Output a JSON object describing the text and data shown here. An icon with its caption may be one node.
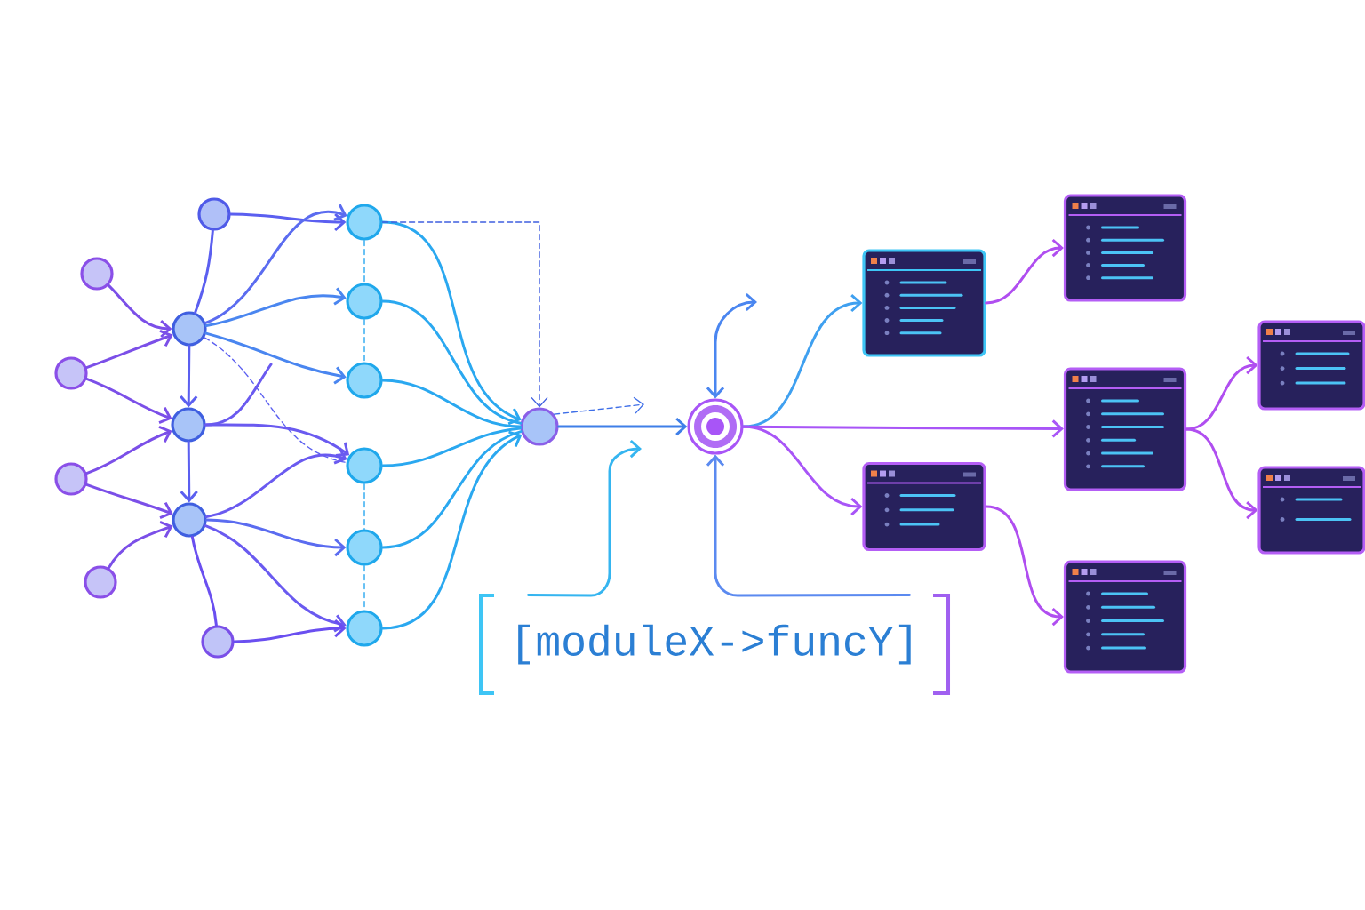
{
  "diagram": {
    "nodes": [
      {
        "text": [],
        "shape": "circle"
      },
      {
        "text": [],
        "shape": "circle"
      },
      {
        "text": [],
        "shape": "circle"
      },
      {
        "text": [],
        "shape": "circle"
      },
      {
        "text": [],
        "shape": "circle"
      },
      {
        "text": [],
        "shape": "circle"
      },
      {
        "text": [],
        "shape": "circle"
      },
      {
        "text": [],
        "shape": "circle"
      },
      {
        "text": [],
        "shape": "circle"
      },
      {
        "text": [],
        "shape": "circle"
      },
      {
        "text": [],
        "shape": "circle"
      },
      {
        "text": [],
        "shape": "circle"
      },
      {
        "text": [],
        "shape": "circle"
      },
      {
        "text": [],
        "shape": "circle"
      },
      {
        "text": [],
        "shape": "circle"
      },
      {
        "text": [],
        "shape": "circle"
      },
      {
        "text": [],
        "shape": "circle"
      },
      {
        "text": [],
        "shape": "box"
      },
      {
        "text": [],
        "shape": "box"
      },
      {
        "text": [],
        "shape": "box"
      },
      {
        "text": [],
        "shape": "box"
      },
      {
        "text": [],
        "shape": "box"
      },
      {
        "text": [],
        "shape": "box"
      },
      {
        "text": [],
        "shape": "box"
      },
      {
        "text": [
          "[moduleX->funcY]"
        ]
      }
    ],
    "edges": [
      {
        "from": 0,
        "to": 6,
        "arrow": "to",
        "color": "#7b4fe8"
      },
      {
        "from": 1,
        "to": 6,
        "arrow": "to",
        "color": "#7b4fe8"
      },
      {
        "from": 1,
        "to": 7,
        "arrow": "to",
        "color": "#7b4fe8"
      },
      {
        "from": 2,
        "to": 7,
        "arrow": "to",
        "color": "#7b4fe8"
      },
      {
        "from": 2,
        "to": 8,
        "arrow": "to",
        "color": "#7b4fe8"
      },
      {
        "from": 3,
        "to": 8,
        "arrow": "to",
        "color": "#7b4fe8"
      },
      {
        "from": 4,
        "to": 6,
        "arrow": "none",
        "color": "#5b5ff0"
      },
      {
        "from": 4,
        "to": 9,
        "arrow": "to",
        "color": "#5b5ff0"
      },
      {
        "from": 6,
        "to": 7,
        "arrow": "to",
        "color": "#5b5ff0"
      },
      {
        "from": 7,
        "to": 8,
        "arrow": "to",
        "color": "#5b5ff0"
      },
      {
        "from": 6,
        "to": 9,
        "arrow": "to",
        "color": "#5b6cf0"
      },
      {
        "from": 6,
        "to": 10,
        "arrow": "to",
        "color": "#4a86f0"
      },
      {
        "from": 6,
        "to": 11,
        "arrow": "to",
        "color": "#4a86f0"
      },
      {
        "from": 6,
        "to": 12,
        "arrow": "none",
        "style": "dashed",
        "color": "#5b5ff0"
      },
      {
        "from": 7,
        "to": null,
        "arrow": "none",
        "color": "#6a5af0"
      },
      {
        "from": 7,
        "to": 12,
        "arrow": "to",
        "color": "#6a5af0"
      },
      {
        "from": 8,
        "to": 12,
        "arrow": "to",
        "color": "#6a5af0"
      },
      {
        "from": 8,
        "to": 13,
        "arrow": "to",
        "color": "#5b6cf0"
      },
      {
        "from": 8,
        "to": 14,
        "arrow": "to",
        "color": "#6a5af0"
      },
      {
        "from": 8,
        "to": 5,
        "arrow": "none",
        "color": "#6a4ff0"
      },
      {
        "from": 5,
        "to": 14,
        "arrow": "to",
        "color": "#6a4ff0"
      },
      {
        "from": 9,
        "to": 10,
        "arrow": "none",
        "style": "dashed",
        "color": "#2aa8f0"
      },
      {
        "from": 10,
        "to": 11,
        "arrow": "none",
        "style": "dashed",
        "color": "#2aa8f0"
      },
      {
        "from": 12,
        "to": 13,
        "arrow": "none",
        "style": "dashed",
        "color": "#2aa8f0"
      },
      {
        "from": 13,
        "to": 14,
        "arrow": "none",
        "style": "dashed",
        "color": "#2aa8f0"
      },
      {
        "from": 9,
        "to": 15,
        "arrow": "to",
        "color": "#2aa8f0"
      },
      {
        "from": 10,
        "to": 15,
        "arrow": "none",
        "color": "#2aa8f0"
      },
      {
        "from": 11,
        "to": 15,
        "arrow": "none",
        "color": "#2aa8f0"
      },
      {
        "from": 12,
        "to": 15,
        "arrow": "none",
        "color": "#2aa8f0"
      },
      {
        "from": 13,
        "to": 15,
        "arrow": "none",
        "color": "#2aa8f0"
      },
      {
        "from": 14,
        "to": 15,
        "arrow": "to",
        "color": "#2aa8f0"
      },
      {
        "from": 9,
        "to": 15,
        "arrow": "to",
        "style": "dashed",
        "color": "#3f5fe0"
      },
      {
        "from": 15,
        "to": null,
        "arrow": "to",
        "style": "dashed",
        "color": "#3f6fe8"
      },
      {
        "from": 15,
        "to": 16,
        "arrow": "to",
        "color": "#3f7fe8"
      },
      {
        "from": 24,
        "to": null,
        "arrow": "to",
        "color": "#35b5f0"
      },
      {
        "from": 24,
        "to": 16,
        "arrow": "to",
        "color": "#5b8af0"
      },
      {
        "from": 16,
        "to": null,
        "arrow": "both",
        "color": "#4a86f0"
      },
      {
        "from": 16,
        "to": 17,
        "arrow": "to",
        "color": "#3fa0f0"
      },
      {
        "from": 16,
        "to": 19,
        "arrow": "to",
        "color": "#a855f7"
      },
      {
        "from": 16,
        "to": 20,
        "arrow": "to",
        "color": "#a855f7"
      },
      {
        "from": 17,
        "to": 18,
        "arrow": "to",
        "color": "#b04ef0"
      },
      {
        "from": 20,
        "to": 21,
        "arrow": "to",
        "color": "#b04ef0"
      },
      {
        "from": 19,
        "to": 22,
        "arrow": "to",
        "color": "#b04ef0"
      },
      {
        "from": 19,
        "to": 23,
        "arrow": "to",
        "color": "#b04ef0"
      }
    ]
  }
}
